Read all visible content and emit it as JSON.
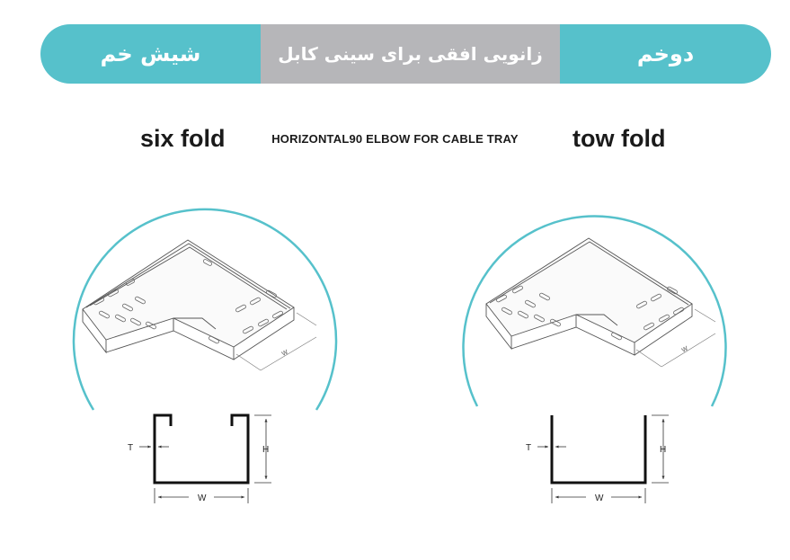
{
  "banner": {
    "left_label": "شیش خم",
    "center_label": "زانویی افقی برای سینی کابل",
    "right_label": "دوخم",
    "accent_color": "#56c1cb",
    "center_color": "#b6b6b9"
  },
  "labels": {
    "left_title": "six fold",
    "center_title": "HORIZONTAL90 ELBOW FOR CABLE TRAY",
    "right_title": "tow fold"
  },
  "dimensions": {
    "left": {
      "t": "T",
      "h": "H",
      "w": "W",
      "tray_w": "W"
    },
    "right": {
      "t": "T",
      "h": "H",
      "w": "W",
      "tray_w": "W"
    }
  }
}
